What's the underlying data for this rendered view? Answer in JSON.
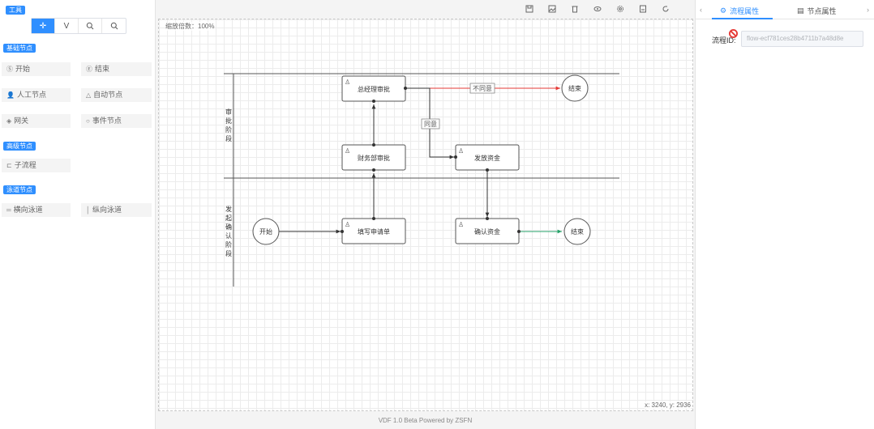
{
  "left": {
    "tools_header": "工具",
    "tools": [
      {
        "icon": "move-icon",
        "glyph": "✛",
        "active": true
      },
      {
        "icon": "select-icon",
        "glyph": "V",
        "active": false
      },
      {
        "icon": "zoom-in-icon",
        "glyph": "⌕",
        "active": false
      },
      {
        "icon": "zoom-out-icon",
        "glyph": "⌕",
        "active": false
      }
    ],
    "basic_header": "基础节点",
    "basic_nodes": {
      "start": "开始",
      "end": "结束",
      "manual": "人工节点",
      "auto": "自动节点",
      "gateway": "网关",
      "event": "事件节点"
    },
    "advanced_header": "高级节点",
    "advanced_nodes": {
      "subprocess": "子流程"
    },
    "lane_header": "泳道节点",
    "lane_nodes": {
      "horizontal": "横向泳道",
      "vertical": "纵向泳道"
    }
  },
  "canvas": {
    "zoom_text": "缩放倍数：100%",
    "coords_text": "x: 3240, y: 2936",
    "footer": "VDF 1.0 Beta Powered by ZSFN",
    "toolbar_icons": [
      "save-icon",
      "image-icon",
      "delete-icon",
      "preview-icon",
      "settings-icon",
      "export-icon",
      "refresh-icon"
    ]
  },
  "flow": {
    "lanes": [
      "审批阶段",
      "发起确认阶段"
    ],
    "nodes": {
      "general_manager": "总经理审批",
      "finance": "财务部审批",
      "fill_form": "填写申请单",
      "release_funds": "发放资金",
      "confirm_funds": "确认资金"
    },
    "events": {
      "start": "开始",
      "end_top": "结束",
      "end_bottom": "结束"
    },
    "edge_labels": {
      "reject": "不同意",
      "agree": "同意"
    },
    "colors": {
      "reject": "#e53935",
      "done": "#26a269",
      "default": "#333333"
    }
  },
  "right": {
    "tab_flow": "流程属性",
    "tab_node": "节点属性",
    "flow_id_label": "流程ID:",
    "flow_id_value": "flow-ecf781ces28b4711b7a48d8e"
  }
}
